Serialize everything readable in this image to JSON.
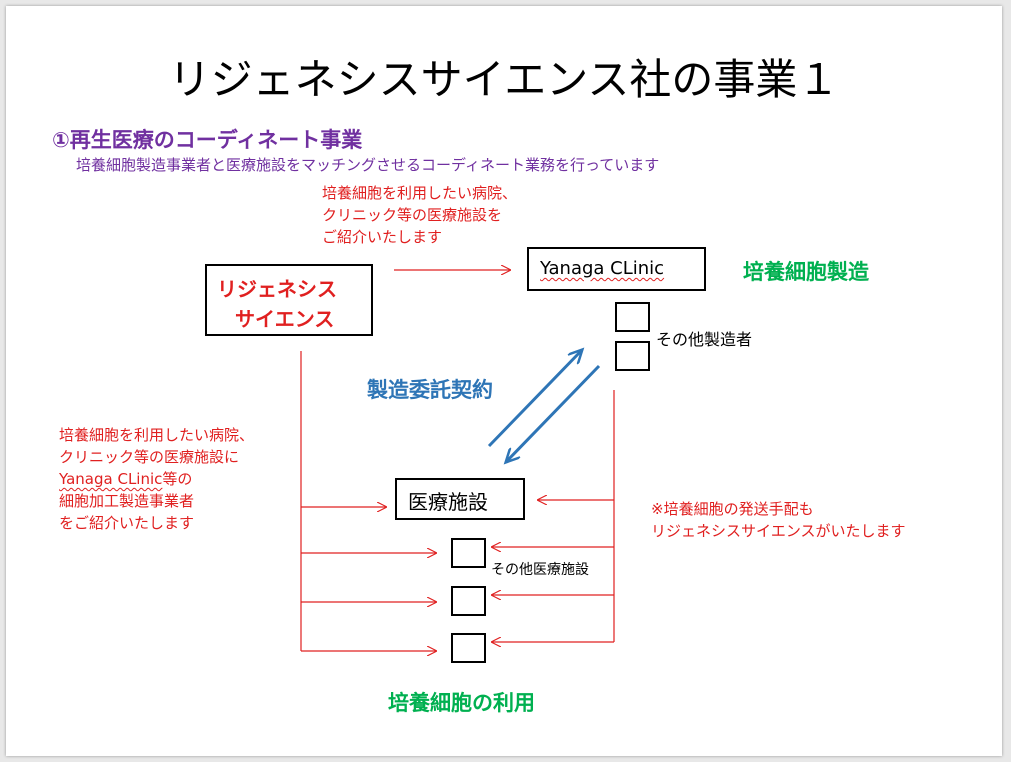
{
  "slide": {
    "title": "リジェネシスサイエンス社の事業１",
    "heading": "①再生医療のコーディネート事業",
    "subtitle": "培養細胞製造事業者と医療施設をマッチングさせるコーディネート業務を行っています"
  },
  "notes": {
    "top": [
      "培養細胞を利用したい病院、",
      "クリニック等の医療施設を",
      "ご紹介いたします"
    ],
    "left": {
      "line1": "培養細胞を利用したい病院、",
      "line2": "クリニック等の医療施設に",
      "line3_brand": "Yanaga CLinic",
      "line3_rest": "等の",
      "line4": "細胞加工製造事業者",
      "line5": "をご紹介いたします"
    },
    "right": [
      "※培養細胞の発送手配も",
      "リジェネシスサイエンスがいたします"
    ]
  },
  "boxes": {
    "regenesis": [
      "リジェネシス",
      "サイエンス"
    ],
    "clinic": "Yanaga CLinic",
    "medical": "医療施設"
  },
  "labels": {
    "cell_manufacturing": "培養細胞製造",
    "other_manufacturers": "その他製造者",
    "contract": "製造委託契約",
    "other_medical": "その他医療施設",
    "cell_usage": "培養細胞の利用"
  },
  "colors": {
    "title_purple": "#7030a0",
    "note_red": "#e02020",
    "green": "#00b050",
    "blue": "#2e75b6"
  }
}
